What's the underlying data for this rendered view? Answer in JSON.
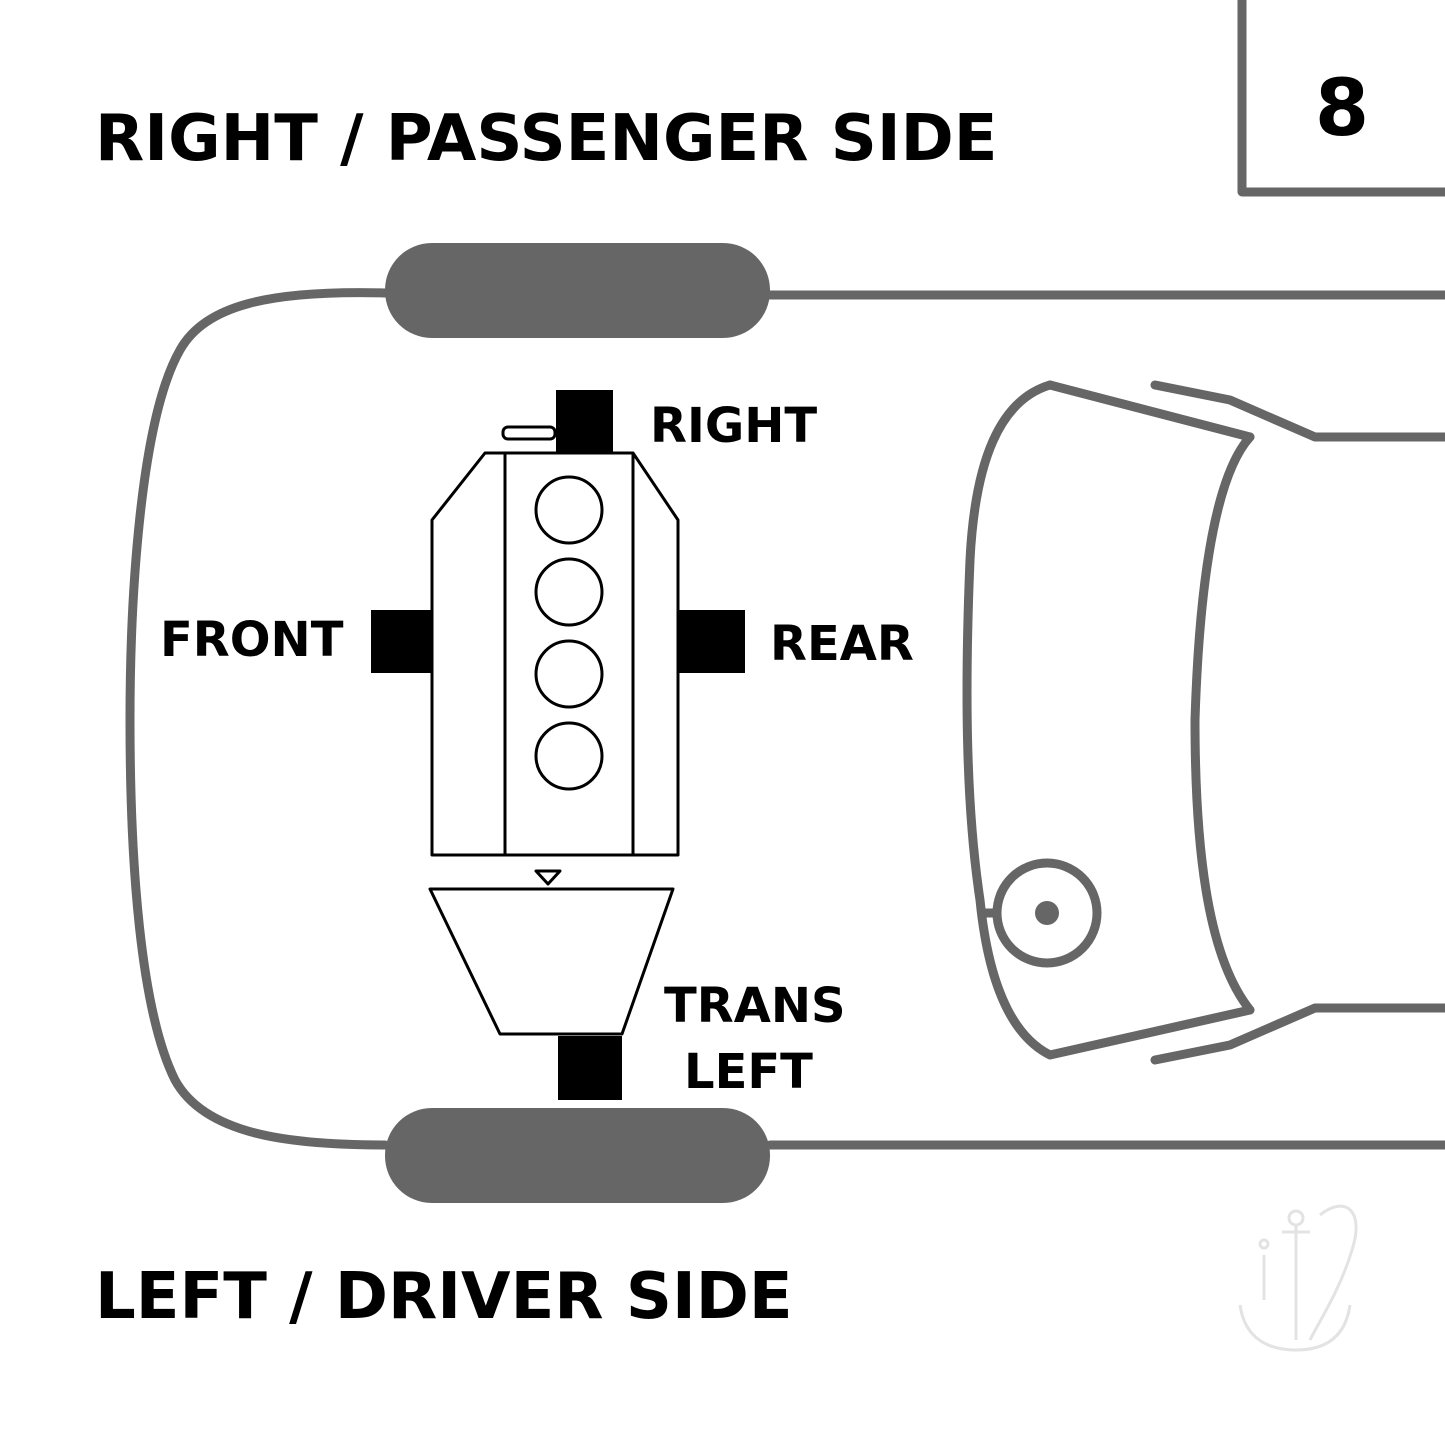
{
  "header": {
    "top_side_label": "RIGHT / PASSENGER SIDE",
    "bottom_side_label": "LEFT / DRIVER SIDE",
    "diagram_number": "8"
  },
  "mount_labels": {
    "right": "RIGHT",
    "front": "FRONT",
    "rear": "REAR",
    "trans": "TRANS",
    "left": "LEFT"
  },
  "colors": {
    "car_outline": "#666666",
    "mount_blocks": "#000000",
    "text": "#000000",
    "background": "#ffffff"
  },
  "icons": {
    "watermark": "anchor-logo-icon"
  }
}
